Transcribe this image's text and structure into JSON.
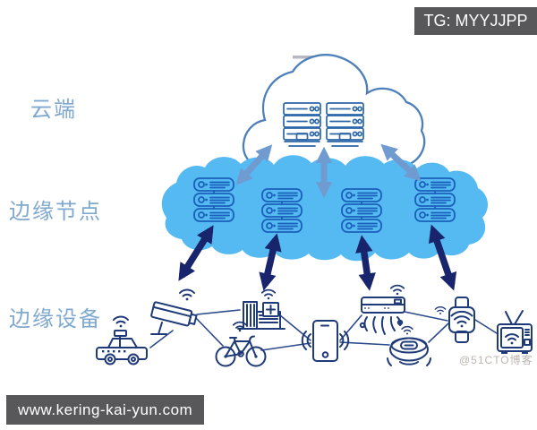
{
  "badge": {
    "text": "TG: MYYJJPP"
  },
  "footer": {
    "url": "www.kering-kai-yun.com"
  },
  "watermark": {
    "text": "@51CTO博客"
  },
  "tiers": [
    {
      "id": "cloud",
      "label": "云端"
    },
    {
      "id": "edge-nodes",
      "label": "边缘节点"
    },
    {
      "id": "edge-devices",
      "label": "边缘设备"
    }
  ],
  "diagram": {
    "cloud_tier": {
      "server_count": 6,
      "switch_count": 2
    },
    "edge_node_tier": {
      "cluster_count": 4,
      "servers_per_cluster": 3
    },
    "devices": [
      "surveillance-camera",
      "connected-car",
      "hospital-building",
      "shared-bicycle",
      "smartphone",
      "air-conditioner",
      "robot-vacuum",
      "smart-wearable",
      "smart-tv"
    ],
    "links": {
      "cloud_to_edge_arrows": 3,
      "edge_to_device_arrows": 4
    }
  },
  "colors": {
    "canvas-bg": "#ffffff",
    "edge-cloud-blue": "#55b9f2",
    "cloud-outline": "#4d80ba",
    "server-blue": "#2b66a8",
    "edge-server-blue": "#1a60ba",
    "steel-arrow": "#6f9bd1",
    "navy-arrow": "#18246b",
    "icon-navy": "#1f3a78",
    "link-line": "#2b4a8c",
    "tier-label": "#7fa9cf",
    "badge-bg": "#58585a",
    "badge-text": "#ffffff",
    "watermark": "#b8b2ac"
  }
}
